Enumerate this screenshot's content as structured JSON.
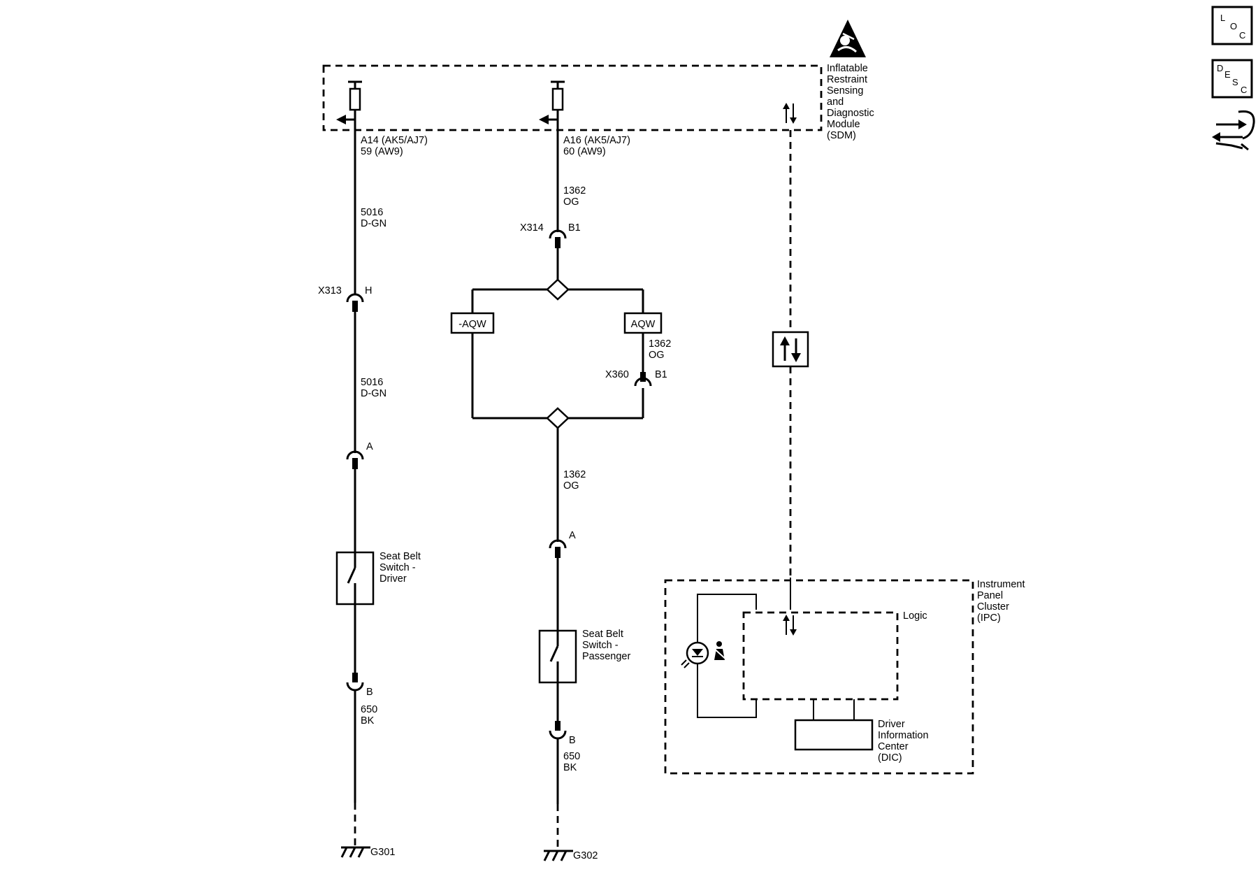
{
  "modules": {
    "sdm": {
      "label_lines": [
        "Inflatable",
        "Restraint",
        "Sensing",
        "and",
        "Diagnostic",
        "Module",
        "(SDM)"
      ]
    },
    "ipc": {
      "label_lines": [
        "Instrument",
        "Panel",
        "Cluster",
        "(IPC)"
      ],
      "logic_label": "Logic",
      "dic_label_lines": [
        "Driver",
        "Information",
        "Center",
        "(DIC)"
      ]
    }
  },
  "driver_circuit": {
    "pin_lines": [
      "A14 (AK5/AJ7)",
      "59 (AW9)"
    ],
    "wire_top": [
      "5016",
      "D-GN"
    ],
    "connector_x313": {
      "name": "X313",
      "pin": "H"
    },
    "wire_mid": [
      "5016",
      "D-GN"
    ],
    "switch_pin_a": "A",
    "switch_lines": [
      "Seat Belt",
      "Switch -",
      "Driver"
    ],
    "switch_pin_b": "B",
    "wire_bottom": [
      "650",
      "BK"
    ],
    "ground": "G301"
  },
  "passenger_circuit": {
    "pin_lines": [
      "A16 (AK5/AJ7)",
      "60 (AW9)"
    ],
    "wire_top": [
      "1362",
      "OG"
    ],
    "connector_x314": {
      "name": "X314",
      "pin": "B1"
    },
    "option_left": "-AQW",
    "option_right": "AQW",
    "wire_right": [
      "1362",
      "OG"
    ],
    "connector_x360": {
      "name": "X360",
      "pin": "B1"
    },
    "wire_mid": [
      "1362",
      "OG"
    ],
    "switch_pin_a": "A",
    "switch_lines": [
      "Seat Belt",
      "Switch -",
      "Passenger"
    ],
    "switch_pin_b": "B",
    "wire_bottom": [
      "650",
      "BK"
    ],
    "ground": "G302"
  },
  "side_icons": {
    "loc": [
      "L",
      "O",
      "C"
    ],
    "desc": [
      "D",
      "E",
      "S",
      "C"
    ],
    "connector_icon": "connector-end-view-icon"
  }
}
